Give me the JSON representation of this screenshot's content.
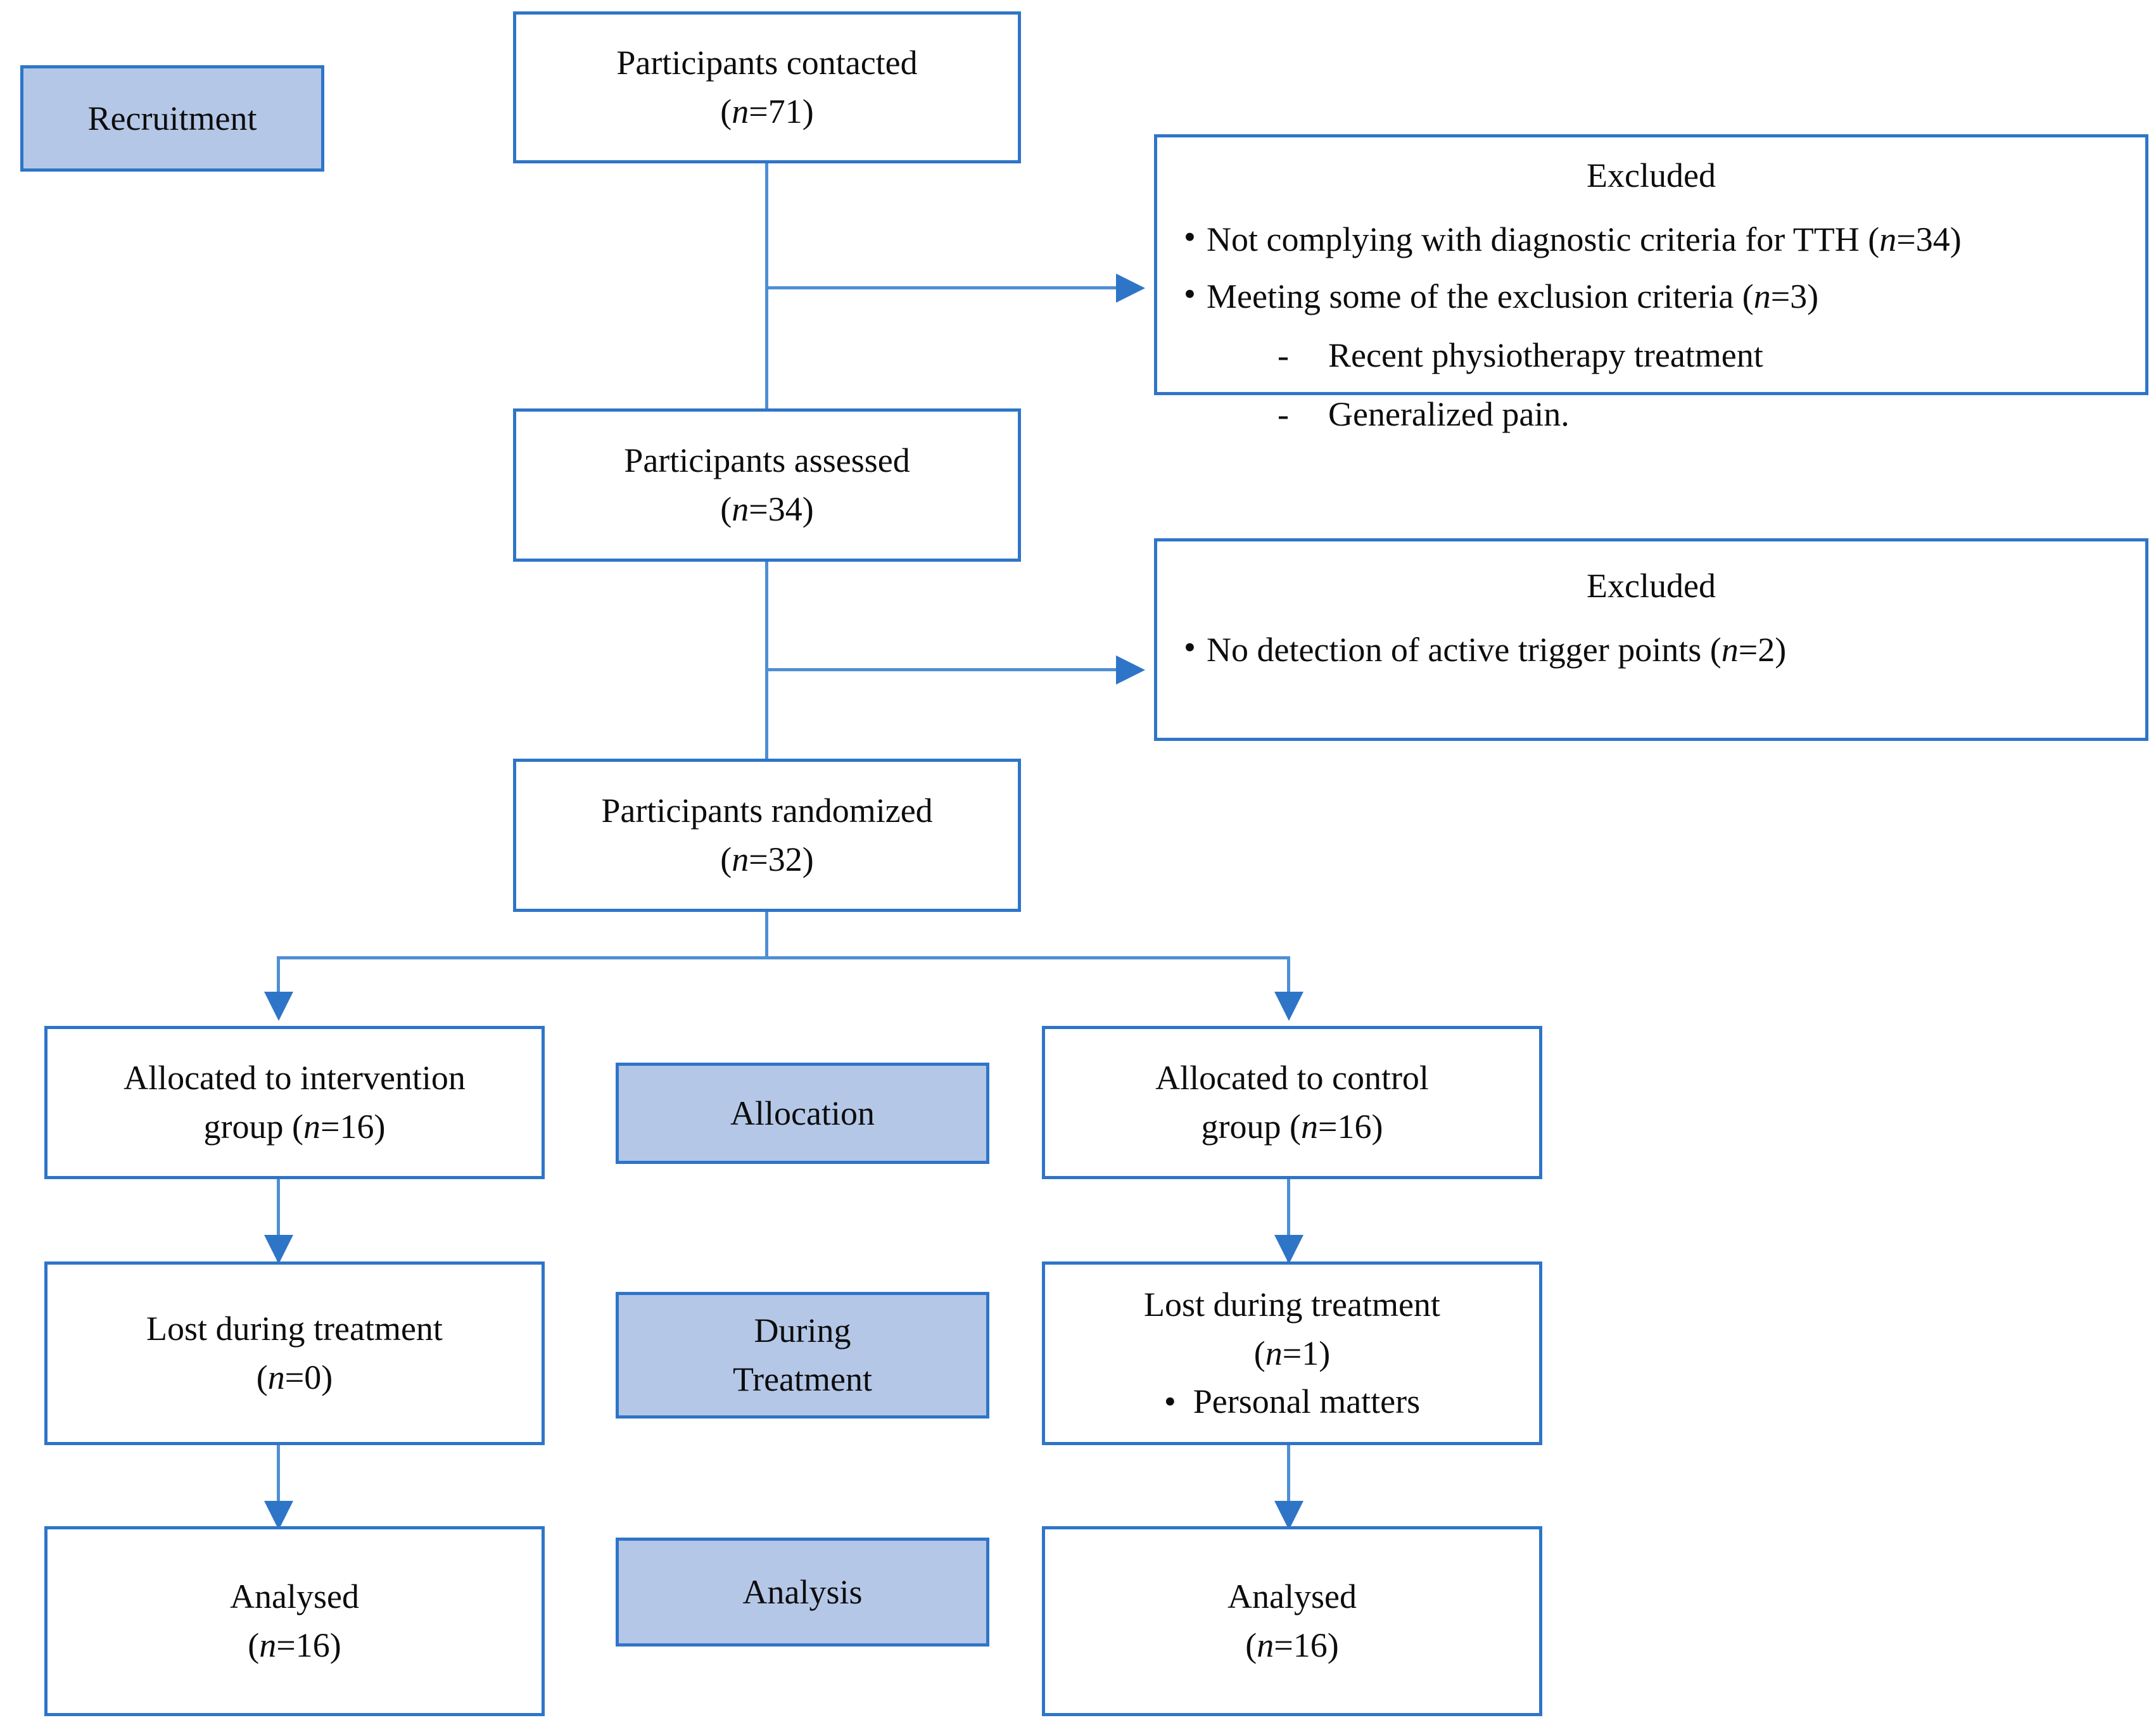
{
  "diagram": {
    "type": "CONSORT participant flow diagram",
    "accent_color": "#2e75c8",
    "stage_fill_color": "#b4c7e7",
    "connector_color": "#4f8fd4"
  },
  "stage_labels": {
    "recruitment": "Recruitment",
    "allocation": "Allocation",
    "during_treatment_line1": "During",
    "during_treatment_line2": "Treatment",
    "analysis": "Analysis"
  },
  "flow": {
    "contacted": {
      "title": "Participants contacted",
      "count": "(n=71)"
    },
    "assessed": {
      "title": "Participants assessed",
      "count": "(n=34)"
    },
    "randomized": {
      "title": "Participants randomized",
      "count": "(n=32)"
    }
  },
  "excluded_1": {
    "title": "Excluded",
    "items": [
      "Not complying with diagnostic criteria for TTH (n=34)",
      "Meeting some of the exclusion criteria (n=3)"
    ],
    "sub_items": [
      "Recent physiotherapy treatment",
      "Generalized pain."
    ]
  },
  "excluded_2": {
    "title": "Excluded",
    "items": [
      "No detection of active trigger points (n=2)"
    ]
  },
  "intervention_arm": {
    "allocated_line1": "Allocated to intervention",
    "allocated_line2": "group (n=16)",
    "lost_title": "Lost during treatment",
    "lost_count": "(n=0)",
    "analysed_title": "Analysed",
    "analysed_count": "(n=16)"
  },
  "control_arm": {
    "allocated_line1": "Allocated to control",
    "allocated_line2": "group (n=16)",
    "lost_title": "Lost during treatment",
    "lost_count": "(n=1)",
    "lost_reason": "Personal matters",
    "analysed_title": "Analysed",
    "analysed_count": "(n=16)"
  }
}
